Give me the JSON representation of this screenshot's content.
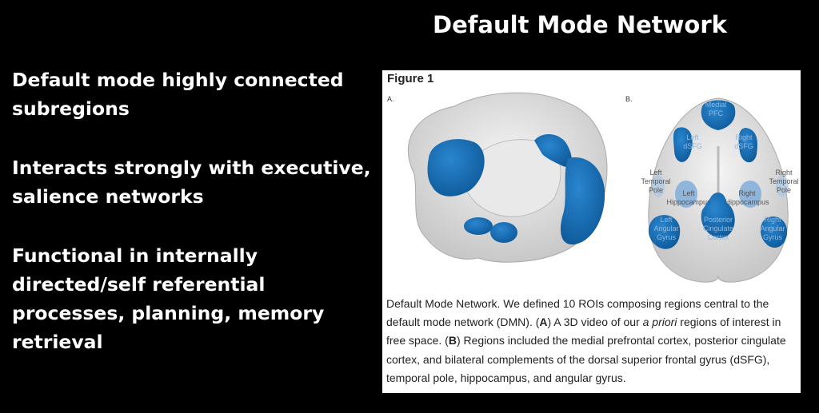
{
  "slide": {
    "title": "Default Mode Network",
    "bullets": [
      "Default mode highly connected subregions",
      "Interacts strongly with executive, salience networks",
      "Functional  in internally directed/self referential processes, planning, memory retrieval"
    ]
  },
  "figure": {
    "title": "Figure 1",
    "panel_a": "A.",
    "panel_b": "B.",
    "labels": {
      "medial_pfc": [
        "Medial",
        "PFC"
      ],
      "left_dsfg": [
        "Left",
        "dSFG"
      ],
      "right_dsfg": [
        "Right",
        "dSFG"
      ],
      "left_temporal_pole": [
        "Left",
        "Temporal",
        "Pole"
      ],
      "right_temporal_pole": [
        "Right",
        "Temporal",
        "Pole"
      ],
      "left_hippocampus": [
        "Left",
        "Hippocampus"
      ],
      "right_hippocampus": [
        "Right",
        "Hippocampus"
      ],
      "posterior_cingulate": [
        "Posterior",
        "Cingulate",
        "Cortex"
      ],
      "left_angular": [
        "Left",
        "Angular",
        "Gyrus"
      ],
      "right_angular": [
        "Right",
        "Angular",
        "Gyrus"
      ]
    },
    "caption": {
      "p1": "Default Mode Network. We defined 10 ROIs composing regions central to the default mode network (DMN). (",
      "a": "A",
      "p2": ") A 3D video of our ",
      "italic": "a priori",
      "p3": " regions of interest in free space. (",
      "b": "B",
      "p4": ") Regions included the medial prefrontal cortex, posterior cingulate cortex, and bilateral complements of the dorsal superior frontal gyrus (dSFG), temporal pole, hippocampus, and angular gyrus."
    },
    "colors": {
      "roi": "#1a6fb5",
      "brain": "#dcdcdc"
    }
  }
}
